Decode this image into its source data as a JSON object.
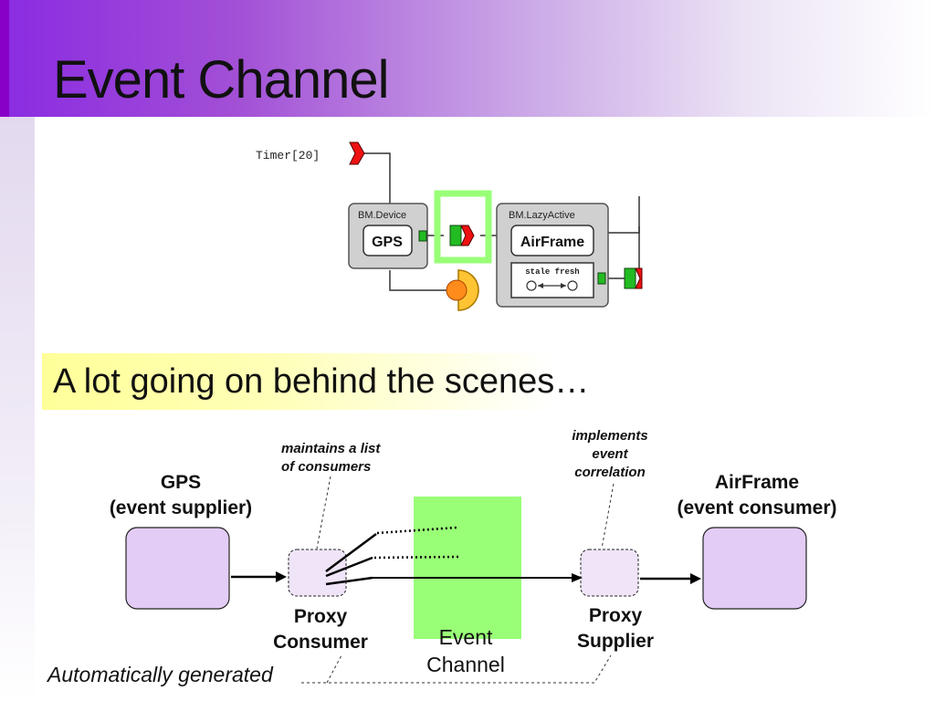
{
  "slide": {
    "title": "Event Channel",
    "subtitle": "A lot going on behind the scenes…"
  },
  "top_diagram": {
    "timer": "Timer[20]",
    "device_box": "BM.Device",
    "device_component": "GPS",
    "active_box": "BM.LazyActive",
    "active_component": "AirFrame",
    "state_label": "stale fresh"
  },
  "channel_diagram": {
    "gps_name": "GPS",
    "gps_role": "(event supplier)",
    "airframe_name": "AirFrame",
    "airframe_role": "(event consumer)",
    "proxy_consumer_line1": "Proxy",
    "proxy_consumer_line2": "Consumer",
    "proxy_supplier_line1": "Proxy",
    "proxy_supplier_line2": "Supplier",
    "event_channel_line1": "Event",
    "event_channel_line2": "Channel",
    "note_consumers_line1": "maintains a list",
    "note_consumers_line2": "of consumers",
    "note_correlation_line1": "implements",
    "note_correlation_line2": "event",
    "note_correlation_line3": "correlation",
    "auto_note": "Automatically generated"
  },
  "colors": {
    "header_purple": "#8a2be2",
    "node_fill": "#e3ccf5",
    "channel_green": "#99ff77",
    "port_green": "#22bb22",
    "port_red": "#ee1111",
    "highlight_yellow": "#ffff99"
  }
}
